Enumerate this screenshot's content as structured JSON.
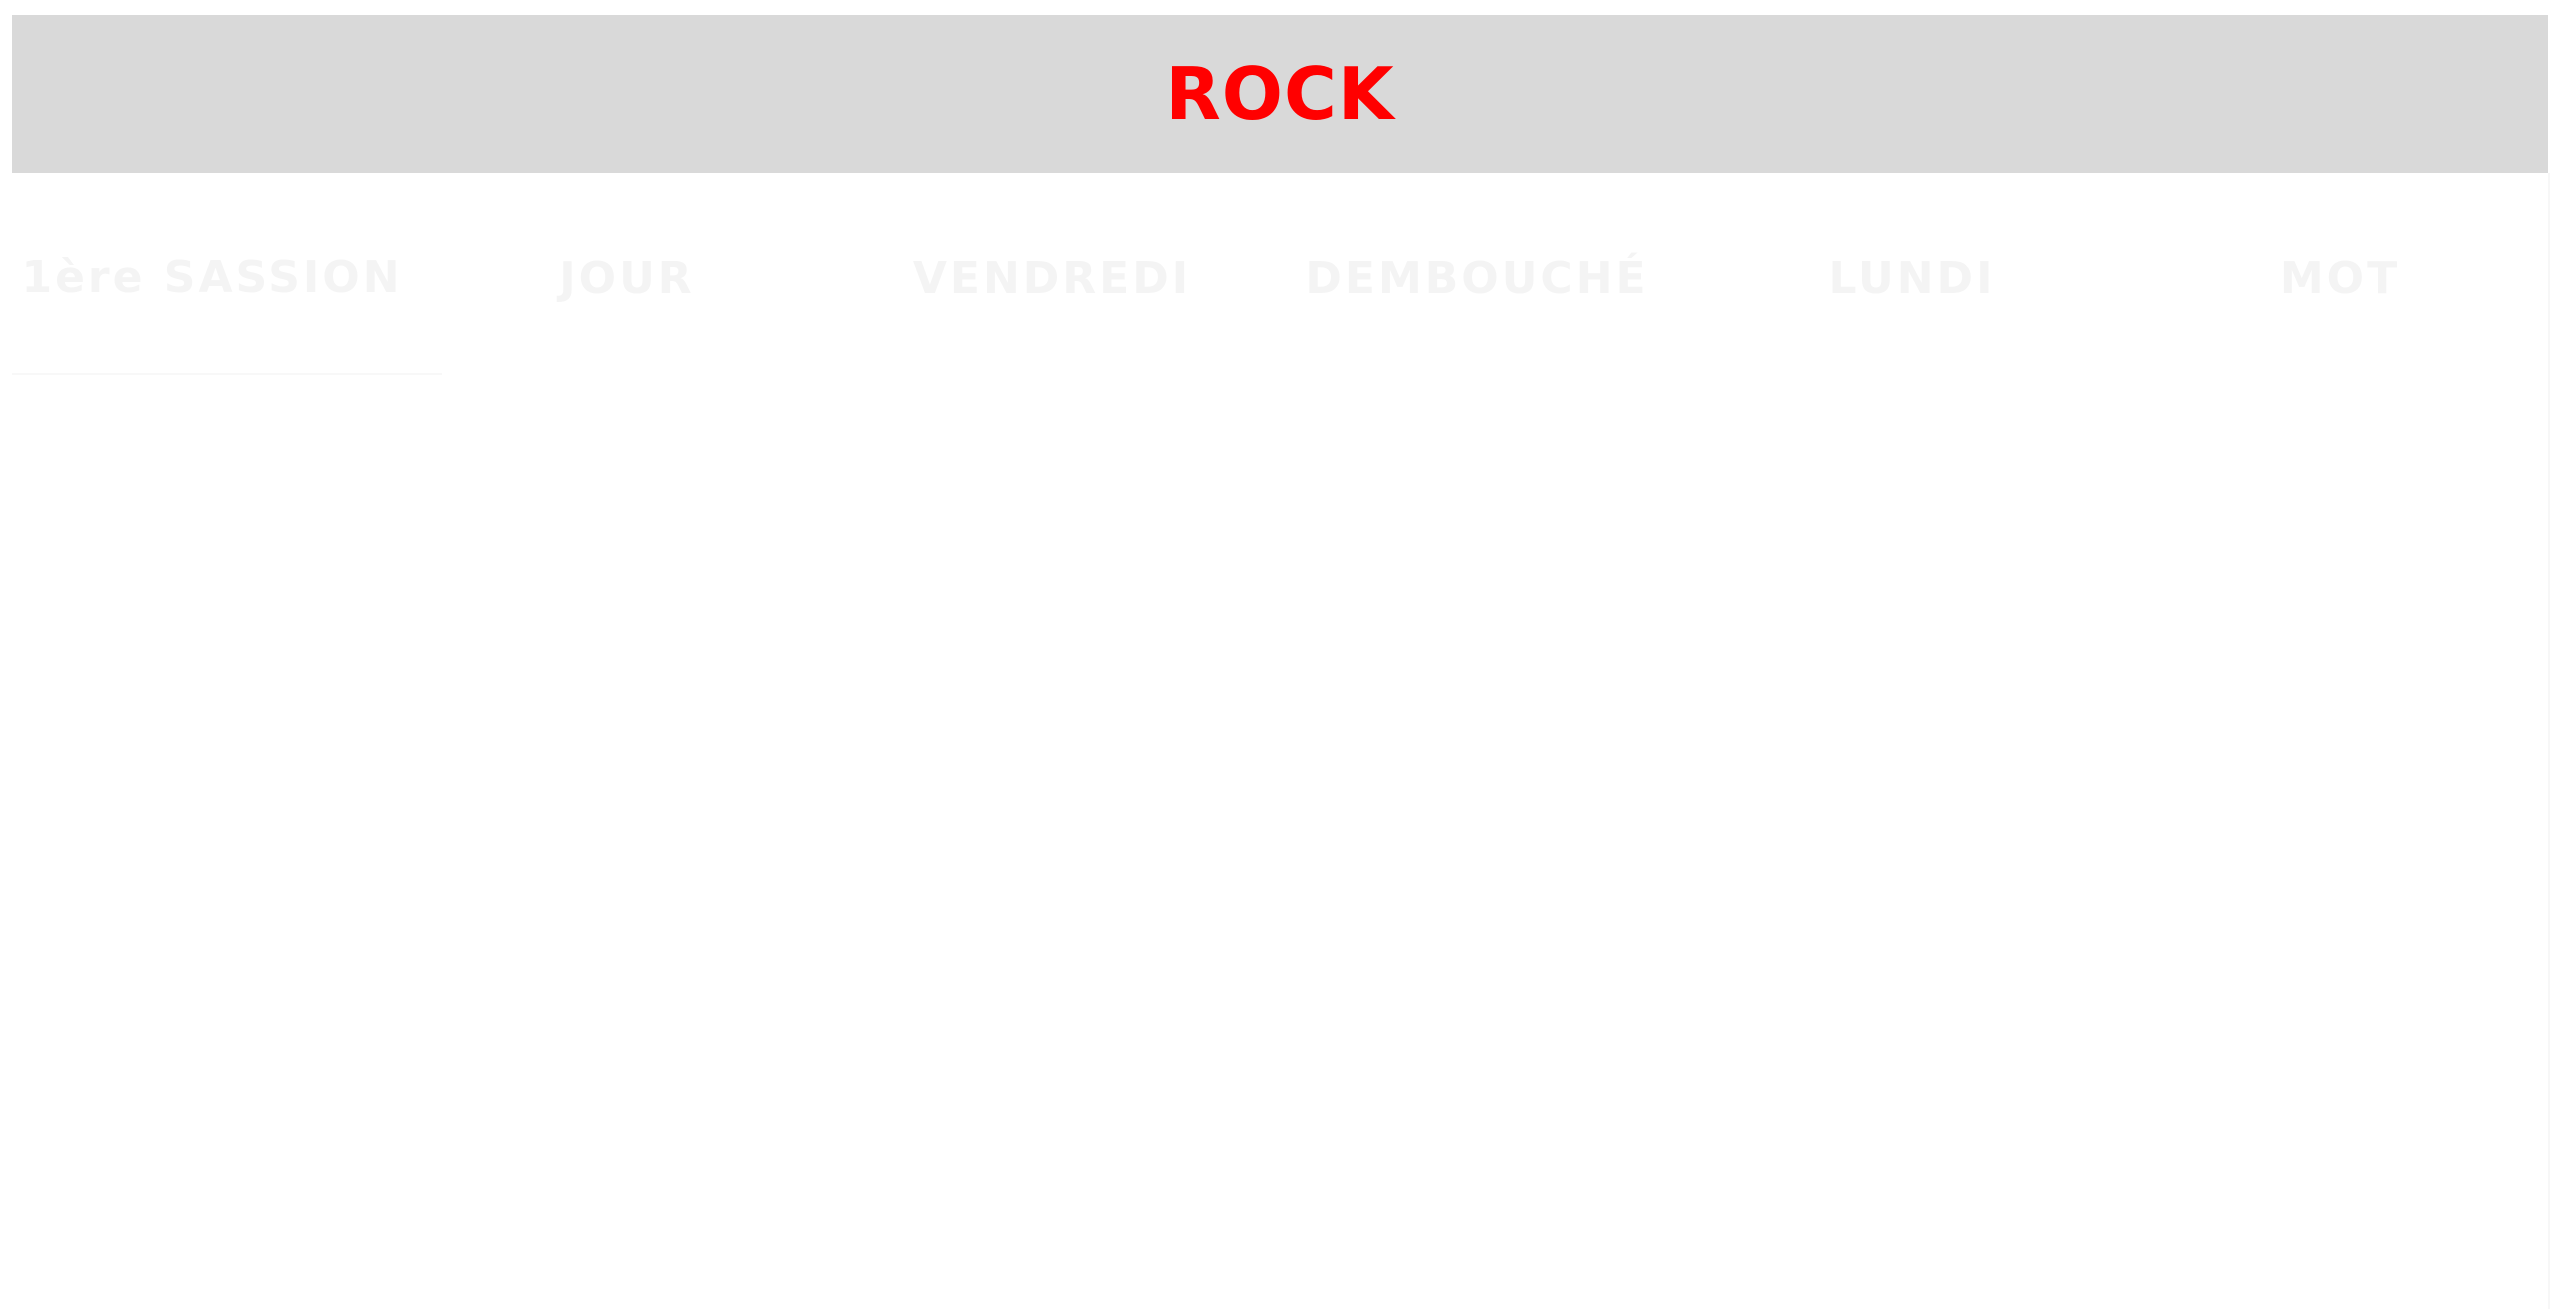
{
  "banner": {
    "title": "ROCK",
    "title_color": "#ff0000",
    "background": "#d9d9d9"
  },
  "table": {
    "headers": [
      "1ère SASSION",
      "JOUR",
      "VENDREDI",
      "DEMBOUCHÉ",
      "LUNDI",
      "MOT"
    ],
    "rows": [
      [
        "",
        "",
        "",
        "",
        "",
        ""
      ],
      [
        "",
        "",
        "",
        "",
        "",
        ""
      ],
      [
        "",
        "",
        "",
        "",
        "",
        ""
      ],
      [
        "",
        "",
        "",
        "",
        "",
        ""
      ],
      [
        "",
        "",
        "",
        "",
        "",
        ""
      ],
      [
        "",
        "",
        "",
        "",
        "",
        ""
      ]
    ]
  }
}
